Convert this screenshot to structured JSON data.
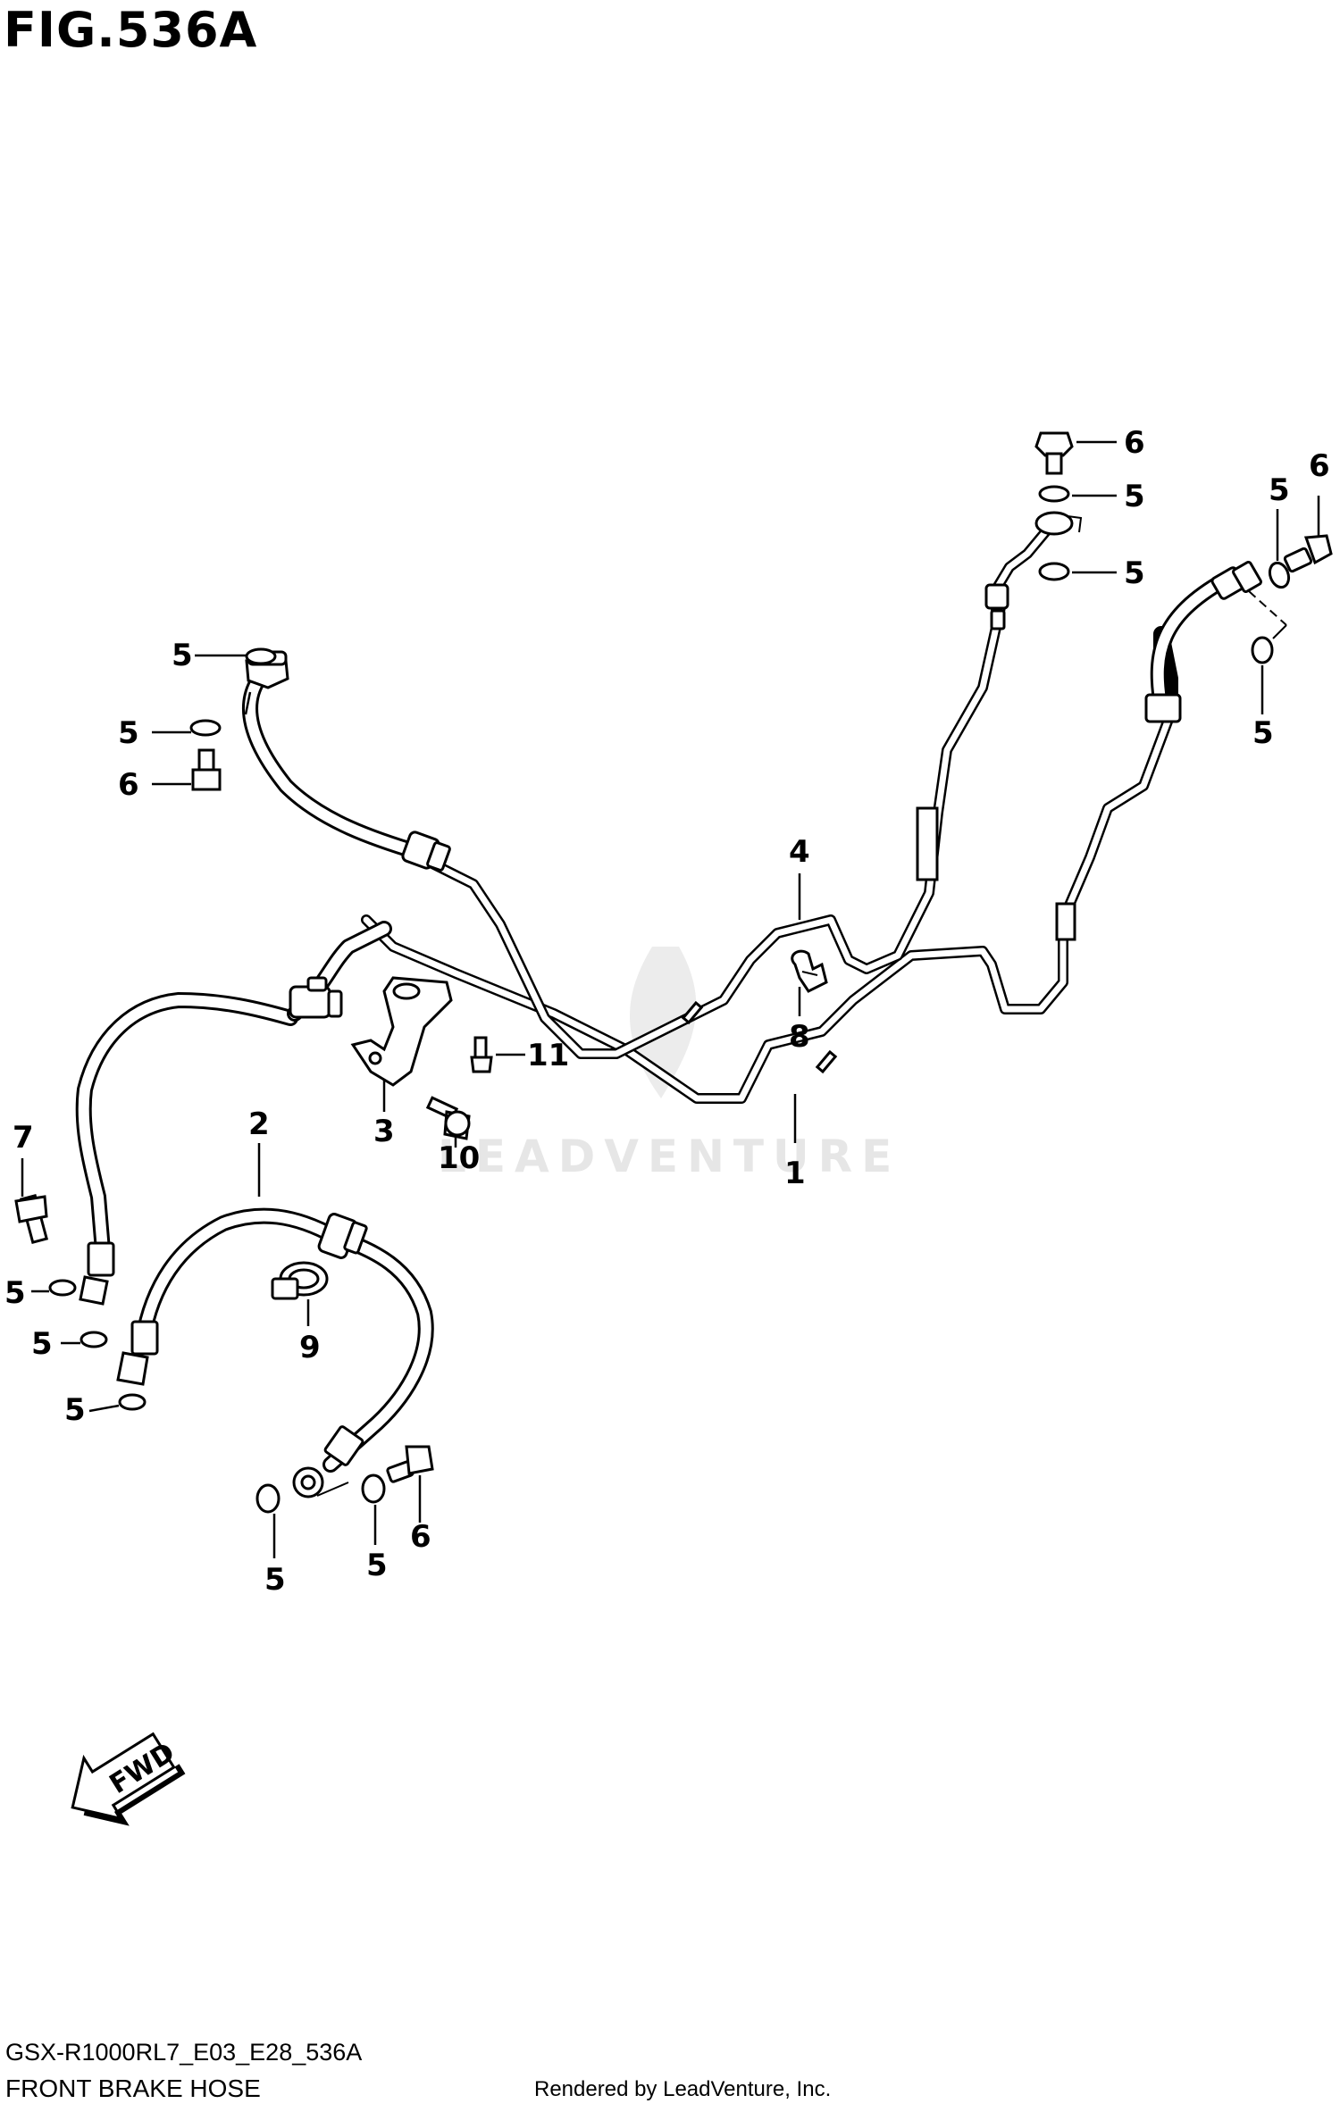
{
  "figure": {
    "title": "FIG.536A",
    "model_code": "GSX-R1000RL7_E03_E28_536A",
    "name": "FRONT BRAKE HOSE",
    "rendered_by": "Rendered by LeadVenture, Inc.",
    "watermark": "LEADVENTURE",
    "direction_marker": "FWD"
  },
  "callouts": [
    {
      "id": "c-6-a",
      "label": "6"
    },
    {
      "id": "c-5-a",
      "label": "5"
    },
    {
      "id": "c-5-b",
      "label": "5"
    },
    {
      "id": "c-5-c",
      "label": "5"
    },
    {
      "id": "c-6-b",
      "label": "6"
    },
    {
      "id": "c-5-d",
      "label": "5"
    },
    {
      "id": "c-5-e",
      "label": "5"
    },
    {
      "id": "c-5-f",
      "label": "5"
    },
    {
      "id": "c-6-c",
      "label": "6"
    },
    {
      "id": "c-4",
      "label": "4"
    },
    {
      "id": "c-8",
      "label": "8"
    },
    {
      "id": "c-11",
      "label": "11"
    },
    {
      "id": "c-3",
      "label": "3"
    },
    {
      "id": "c-10",
      "label": "10"
    },
    {
      "id": "c-1",
      "label": "1"
    },
    {
      "id": "c-7",
      "label": "7"
    },
    {
      "id": "c-2",
      "label": "2"
    },
    {
      "id": "c-5-g",
      "label": "5"
    },
    {
      "id": "c-5-h",
      "label": "5"
    },
    {
      "id": "c-5-i",
      "label": "5"
    },
    {
      "id": "c-9",
      "label": "9"
    },
    {
      "id": "c-5-j",
      "label": "5"
    },
    {
      "id": "c-5-k",
      "label": "5"
    },
    {
      "id": "c-6-d",
      "label": "6"
    }
  ]
}
